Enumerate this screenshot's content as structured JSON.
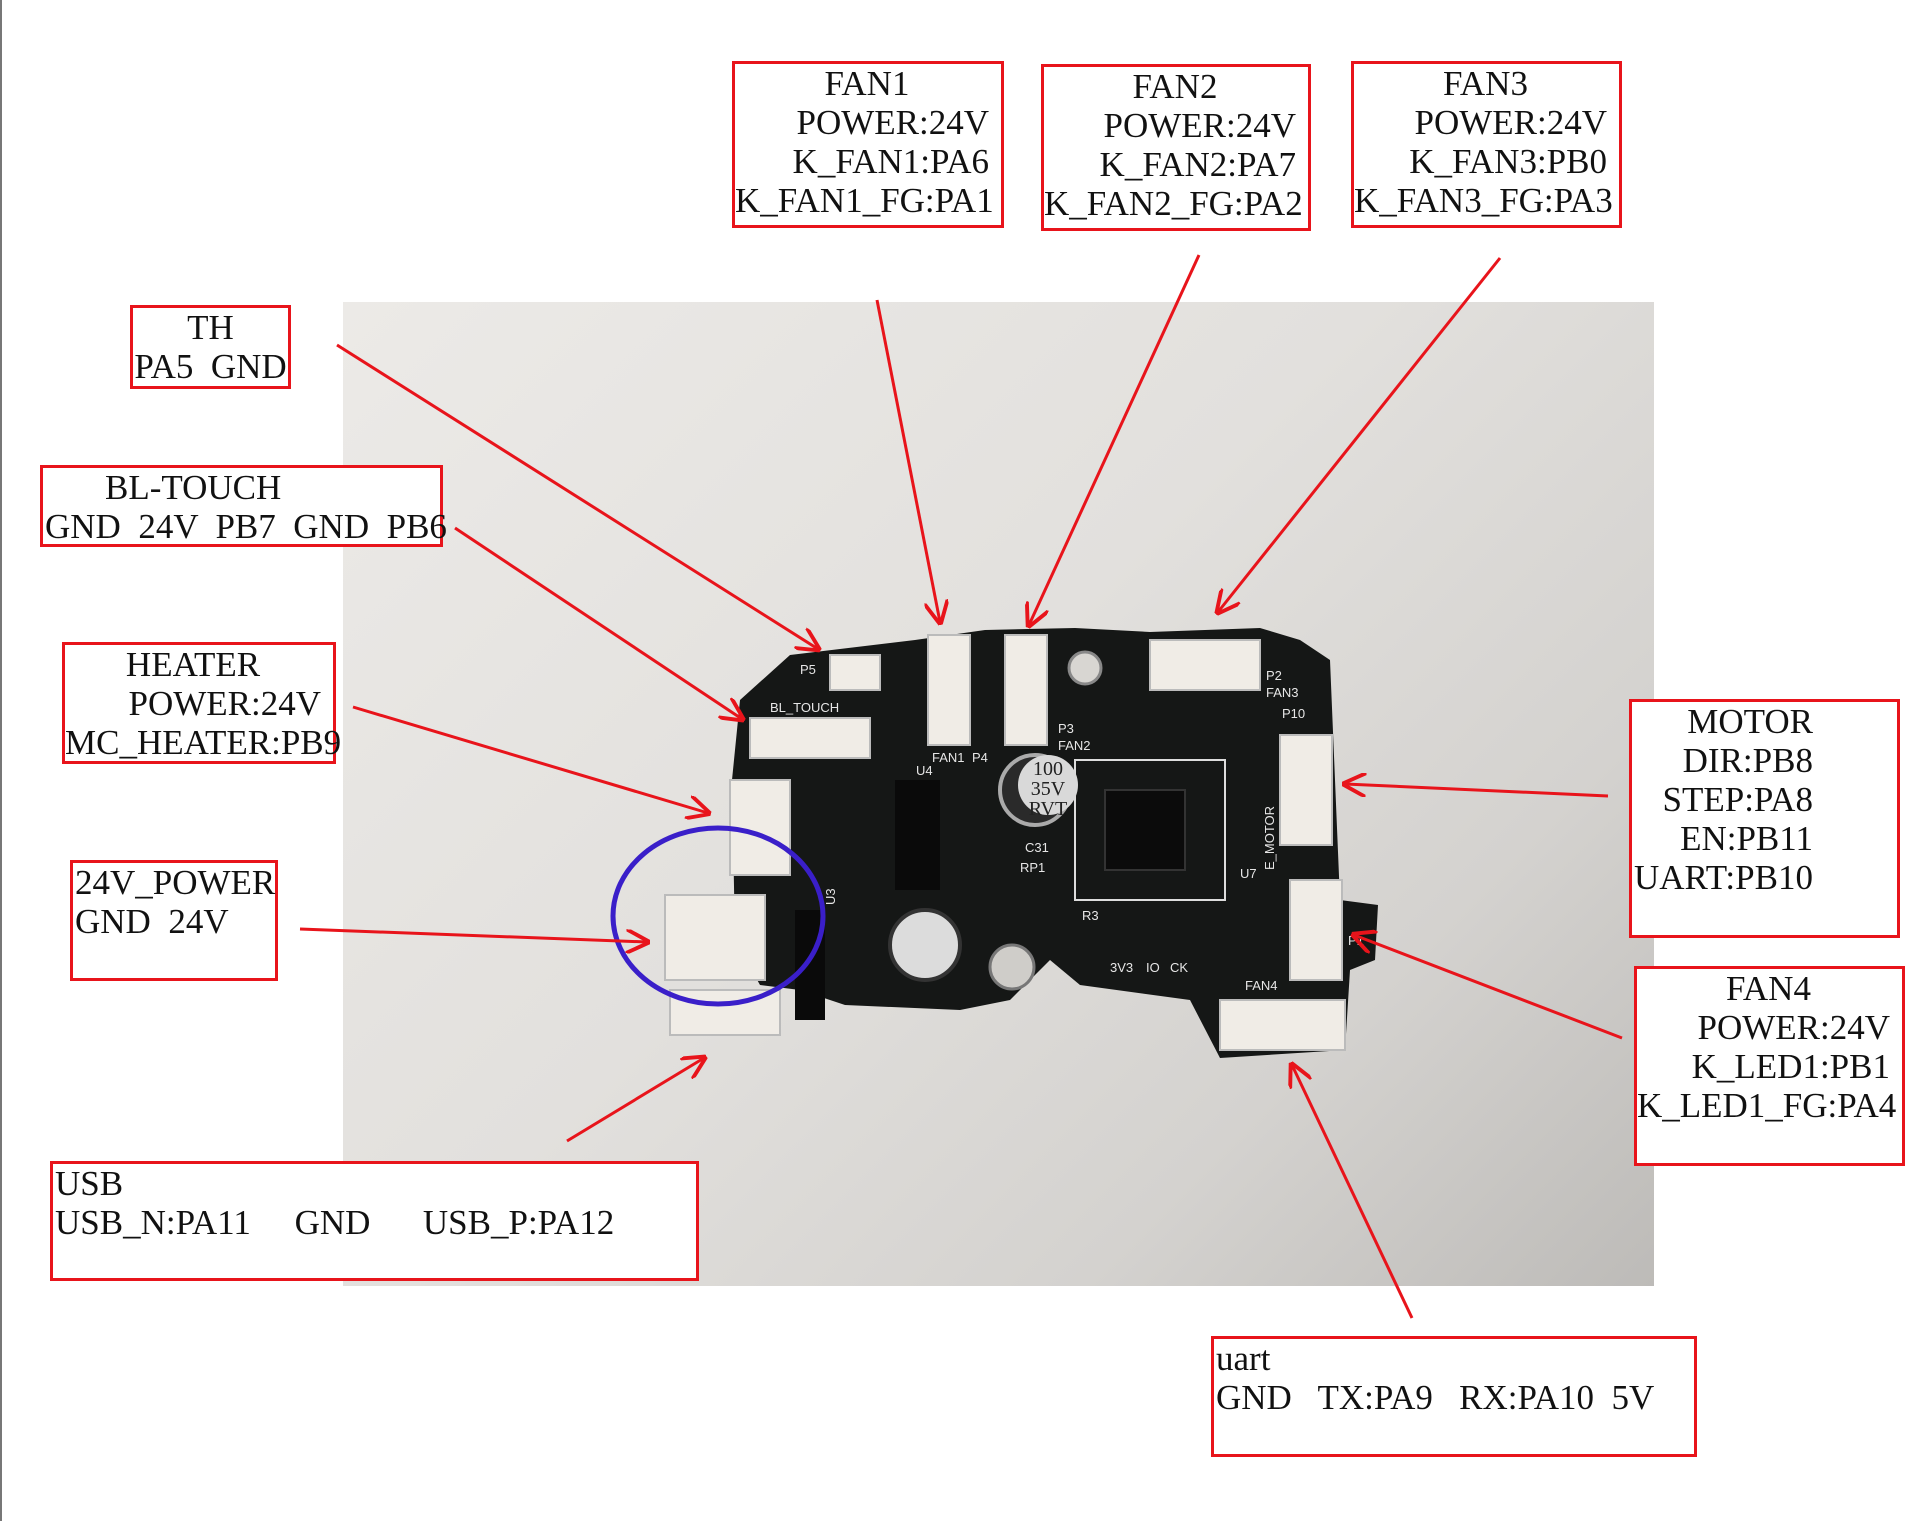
{
  "labels": {
    "fan1": {
      "title": "FAN1",
      "lines": [
        "POWER:24V",
        "K_FAN1:PA6",
        "K_FAN1_FG:PA1"
      ]
    },
    "fan2": {
      "title": "FAN2",
      "lines": [
        "POWER:24V",
        "K_FAN2:PA7",
        "K_FAN2_FG:PA2"
      ]
    },
    "fan3": {
      "title": "FAN3",
      "lines": [
        "POWER:24V",
        "K_FAN3:PB0",
        "K_FAN3_FG:PA3"
      ]
    },
    "th": {
      "title": "TH",
      "lines": [
        "PA5  GND"
      ]
    },
    "bltouch": {
      "title": "BL-TOUCH",
      "lines": [
        "GND  24V  PB7  GND  PB6"
      ]
    },
    "heater": {
      "title": "HEATER",
      "lines": [
        "POWER:24V",
        "MC_HEATER:PB9"
      ]
    },
    "power24": {
      "title": "24V_POWER",
      "lines": [
        "GND  24V"
      ]
    },
    "usb": {
      "title": "USB",
      "lines": [
        "USB_N:PA11     GND      USB_P:PA12"
      ]
    },
    "motor": {
      "title": "MOTOR",
      "lines": [
        "DIR:PB8",
        "STEP:PA8",
        "EN:PB11",
        "UART:PB10"
      ]
    },
    "fan4": {
      "title": "FAN4",
      "lines": [
        "POWER:24V",
        "K_LED1:PB1",
        "K_LED1_FG:PA4"
      ]
    },
    "uart": {
      "title": "uart",
      "lines": [
        "GND   TX:PA9   RX:PA10  5V"
      ]
    }
  },
  "board": {
    "capacitor_text": [
      "100",
      "35V",
      "RVT"
    ],
    "silkscreen": [
      "FAN1",
      "P4",
      "P5",
      "BL_TOUCH",
      "P3",
      "FAN2",
      "P2",
      "FAN3",
      "P10",
      "E_MOTOR",
      "U7",
      "FAN4",
      "P1",
      "C31",
      "RP1",
      "R3",
      "U3",
      "U4",
      "3V3",
      "IO",
      "CK"
    ]
  },
  "colors": {
    "annotation": "#e8141b",
    "highlight": "#3a1fc9",
    "board": "#151716"
  }
}
